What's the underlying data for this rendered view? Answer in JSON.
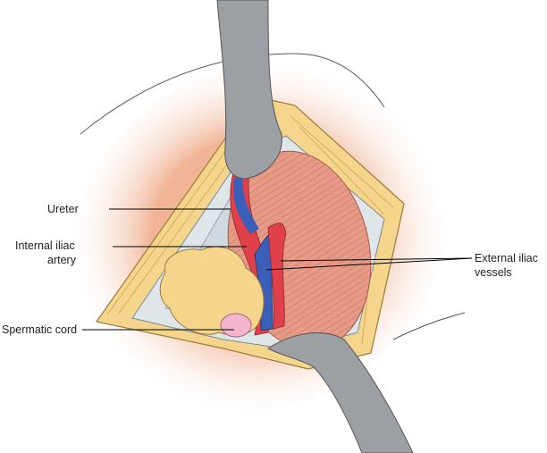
{
  "labels": {
    "ureter": "Ureter",
    "internal_iliac_line1": "Internal iliac",
    "internal_iliac_line2": "artery",
    "external_iliac_line1": "External iliac",
    "external_iliac_line2": "vessels",
    "spermatic_cord": "Spermatic cord"
  },
  "colors": {
    "skin_glow": "#f4c4a8",
    "fat": "#f5d58c",
    "peritoneum": "#dfe6ea",
    "muscle": "#e79a86",
    "artery": "#e0404a",
    "vein": "#3a5fb8",
    "cord": "#f4b6cf",
    "retractor": "#9c9fa3"
  }
}
